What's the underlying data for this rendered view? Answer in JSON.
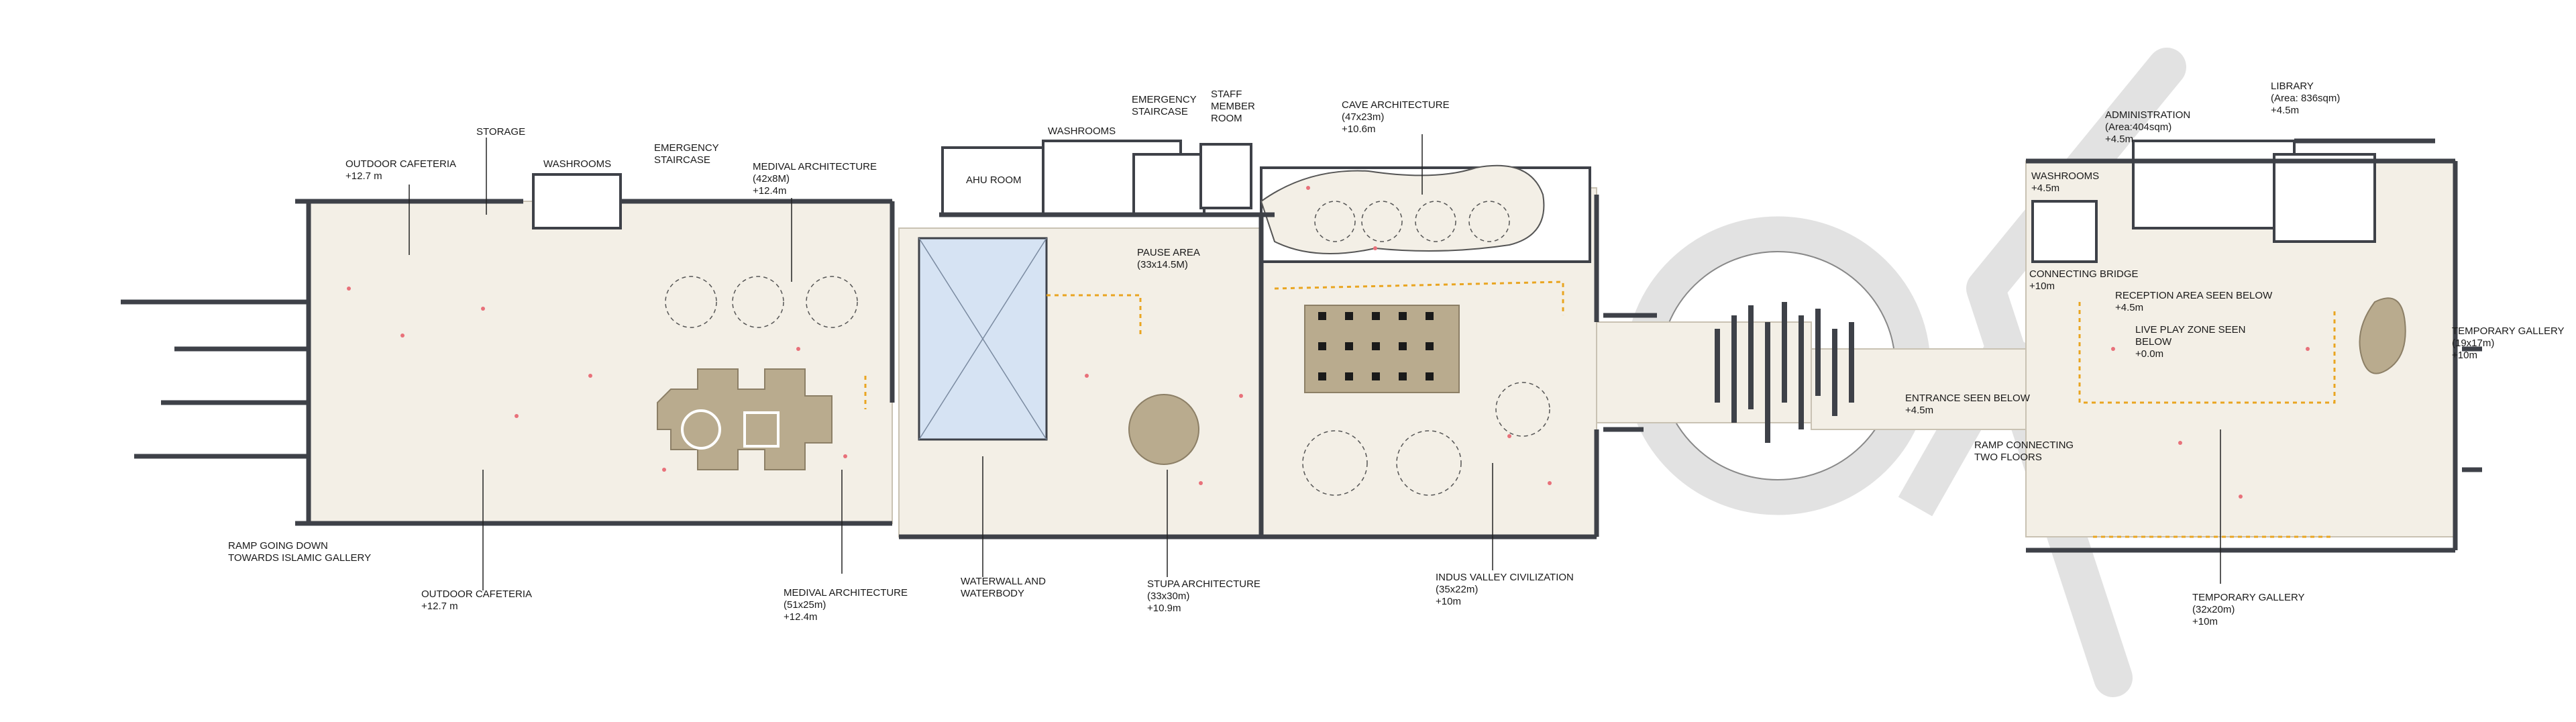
{
  "labels": {
    "storage": {
      "lines": [
        "STORAGE"
      ]
    },
    "outdoor_cafeteria_top": {
      "lines": [
        "OUTDOOR CAFETERIA",
        "+12.7 m"
      ]
    },
    "washrooms_left": {
      "lines": [
        "WASHROOMS"
      ]
    },
    "emergency_staircase_left": {
      "lines": [
        "EMERGENCY",
        "STAIRCASE"
      ]
    },
    "medival_arch_top": {
      "lines": [
        "MEDIVAL ARCHITECTURE",
        "(42x8M)",
        "+12.4m"
      ]
    },
    "ahu_room": {
      "lines": [
        "AHU ROOM"
      ]
    },
    "washrooms_mid": {
      "lines": [
        "WASHROOMS"
      ]
    },
    "emergency_staircase_mid": {
      "lines": [
        "EMERGENCY",
        "STAIRCASE"
      ]
    },
    "staff_member_room": {
      "lines": [
        "STAFF",
        "MEMBER",
        "ROOM"
      ]
    },
    "cave_architecture": {
      "lines": [
        "CAVE ARCHITECTURE",
        "(47x23m)",
        "+10.6m"
      ]
    },
    "pause_area": {
      "lines": [
        "PAUSE AREA",
        "(33x14.5M)"
      ]
    },
    "library": {
      "lines": [
        "LIBRARY",
        "(Area: 836sqm)",
        "+4.5m"
      ]
    },
    "administration": {
      "lines": [
        "ADMINISTRATION",
        "(Area:404sqm)",
        "+4.5m"
      ]
    },
    "washrooms_right": {
      "lines": [
        "WASHROOMS",
        "+4.5m"
      ]
    },
    "connecting_bridge": {
      "lines": [
        "CONNECTING BRIDGE",
        "+10m"
      ]
    },
    "reception_area": {
      "lines": [
        "RECEPTION AREA SEEN BELOW",
        "+4.5m"
      ]
    },
    "live_play_zone": {
      "lines": [
        "LIVE PLAY ZONE SEEN",
        "BELOW",
        "+0.0m"
      ]
    },
    "temporary_gallery_right": {
      "lines": [
        "TEMPORARY GALLERY",
        "(19x17m)",
        "+10m"
      ]
    },
    "entrance": {
      "lines": [
        "ENTRANCE SEEN BELOW",
        "+4.5m"
      ]
    },
    "ramp_connecting": {
      "lines": [
        "RAMP CONNECTING",
        "TWO FLOORS"
      ]
    },
    "ramp_down": {
      "lines": [
        "RAMP GOING DOWN",
        "TOWARDS ISLAMIC GALLERY"
      ]
    },
    "outdoor_cafeteria_bottom": {
      "lines": [
        "OUTDOOR CAFETERIA",
        "+12.7 m"
      ]
    },
    "medival_arch_bottom": {
      "lines": [
        "MEDIVAL ARCHITECTURE",
        "(51x25m)",
        "+12.4m"
      ]
    },
    "waterwall": {
      "lines": [
        "WATERWALL AND",
        "WATERBODY"
      ]
    },
    "stupa_architecture": {
      "lines": [
        "STUPA ARCHITECTURE",
        "(33x30m)",
        "+10.9m"
      ]
    },
    "indus_valley": {
      "lines": [
        "INDUS VALLEY CIVILIZATION",
        "(35x22m)",
        "+10m"
      ]
    },
    "temporary_gallery_bottom": {
      "lines": [
        "TEMPORARY GALLERY",
        "(32x20m)",
        "+10m"
      ]
    }
  },
  "colors": {
    "floor": "#f3efe6",
    "wall": "#3e4148",
    "road": "#e2e2e2",
    "water": "#d6e3f3",
    "exhibit": "#b9ab8e",
    "marker": "#e8717a",
    "path": "#e9a521",
    "leader": "#222222"
  }
}
